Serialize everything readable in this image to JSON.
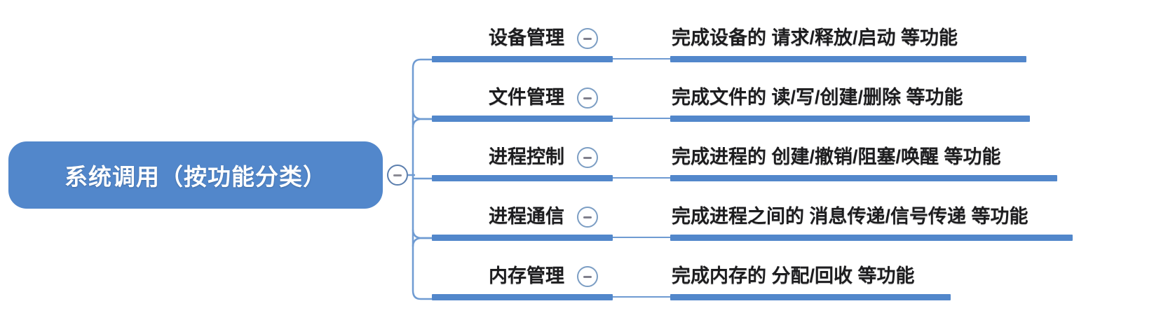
{
  "diagram": {
    "type": "mindmap",
    "title": "系统调用（按功能分类）",
    "orientation": "left-to-right",
    "colors": {
      "root_fill": "#5287cb",
      "root_text": "#ffffff",
      "branch_bar": "#5287cb",
      "connector_line": "#6f9bd2",
      "toggle_border": "#7c9ec4",
      "toggle_dash": "#7f7f8c",
      "text": "#1d1d1f",
      "background": "#ffffff"
    },
    "root": {
      "label": "系统调用（按功能分类）",
      "toggle_icon": "minus-circle-icon",
      "collapsed": false
    },
    "branches": [
      {
        "label": "设备管理",
        "toggle_icon": "minus-circle-icon",
        "detail": "完成设备的 请求/释放/启动 等功能"
      },
      {
        "label": "文件管理",
        "toggle_icon": "minus-circle-icon",
        "detail": "完成文件的 读/写/创建/删除 等功能"
      },
      {
        "label": "进程控制",
        "toggle_icon": "minus-circle-icon",
        "detail": "完成进程的 创建/撤销/阻塞/唤醒 等功能"
      },
      {
        "label": "进程通信",
        "toggle_icon": "minus-circle-icon",
        "detail": "完成进程之间的 消息传递/信号传递 等功能"
      },
      {
        "label": "内存管理",
        "toggle_icon": "minus-circle-icon",
        "detail": "完成内存的 分配/回收 等功能"
      }
    ]
  }
}
